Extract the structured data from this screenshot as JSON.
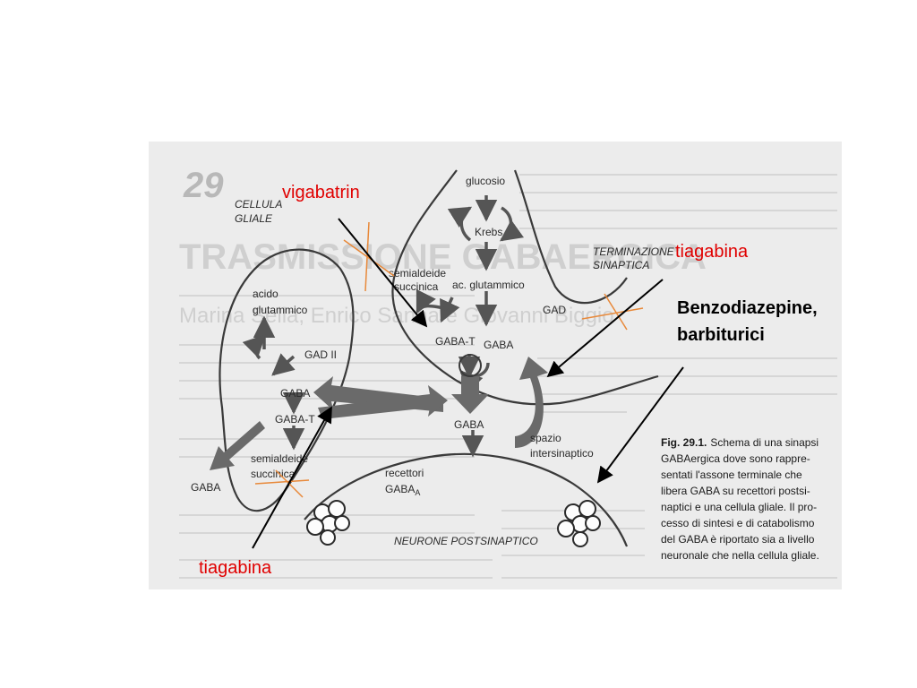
{
  "labels": {
    "cellula_gliale_1": "CELLULA",
    "cellula_gliale_2": "GLIALE",
    "terminazione_1": "TERMINAZIONE",
    "terminazione_2": "SINAPTICA",
    "neurone_post": "NEURONE POSTSINAPTICO",
    "glucosio": "glucosio",
    "krebs": "Krebs",
    "semialdeide_1": "semialdeide",
    "semialdeide_2": "succinica",
    "ac_glutammico": "ac. glutammico",
    "gad": "GAD",
    "gaba_t_top": "GABA-T",
    "gaba_top": "GABA",
    "gaba_center": "GABA",
    "acido_1": "acido",
    "acido_2": "glutammico",
    "gad_ii": "GAD II",
    "gaba_glial": "GABA",
    "gaba_t_glial": "GABA-T",
    "semialdeide_glial_1": "semialdeide",
    "semialdeide_glial_2": "succinica",
    "gaba_left": "GABA",
    "recettori_1": "recettori",
    "recettori_2": "GABA",
    "recettori_sub": "A",
    "spazio_1": "spazio",
    "spazio_2": "intersinaptico"
  },
  "background_text": {
    "chapter_number": "29",
    "heading_1": "TRASMISSIONE GABAERGICA",
    "heading_2": "Marina Sella, Enrico Sanna e Giovanni Biggio"
  },
  "caption": {
    "label": "Fig. 29.1.",
    "lines": [
      "Schema di una sinapsi",
      "GABAergica dove sono rappre-",
      "sentati l'assone terminale che",
      "libera GABA su recettori postsi-",
      "naptici e una cellula gliale. Il pro-",
      "cesso di sintesi e di catabolismo",
      "del GABA è riportato sia a livello",
      "neuronale che nella cellula gliale."
    ]
  },
  "annotations": {
    "vigabatrin": "vigabatrin",
    "tiagabina_top": "tiagabina",
    "benzo_1": "Benzodiazepine,",
    "benzo_2": "barbiturici",
    "tiagabina_bottom": "tiagabina"
  },
  "colors": {
    "drug_label": "#e00000",
    "annotation_text": "#000000",
    "cross_mark": "#e8893a",
    "figure_background": "#ececec"
  }
}
